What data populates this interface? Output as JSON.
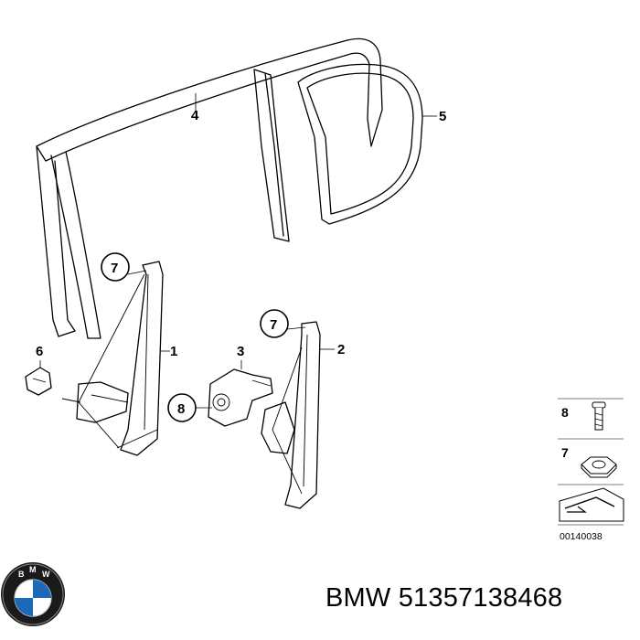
{
  "diagram": {
    "callouts": {
      "p1": "1",
      "p2": "2",
      "p3": "3",
      "p4": "4",
      "p5": "5",
      "p6": "6",
      "p7a": "7",
      "p7b": "7",
      "p8": "8"
    },
    "legend": {
      "item8": "8",
      "item7": "7"
    },
    "diagram_id": "00140038"
  },
  "caption": {
    "brand": "BMW",
    "part_number": "51357138468",
    "text": "BMW 51357138468"
  },
  "logo": {
    "lettering": "BMW",
    "colors": {
      "blue": "#1c69b8",
      "ring": "#1a1a1a",
      "silver": "#c9ccd1"
    }
  }
}
